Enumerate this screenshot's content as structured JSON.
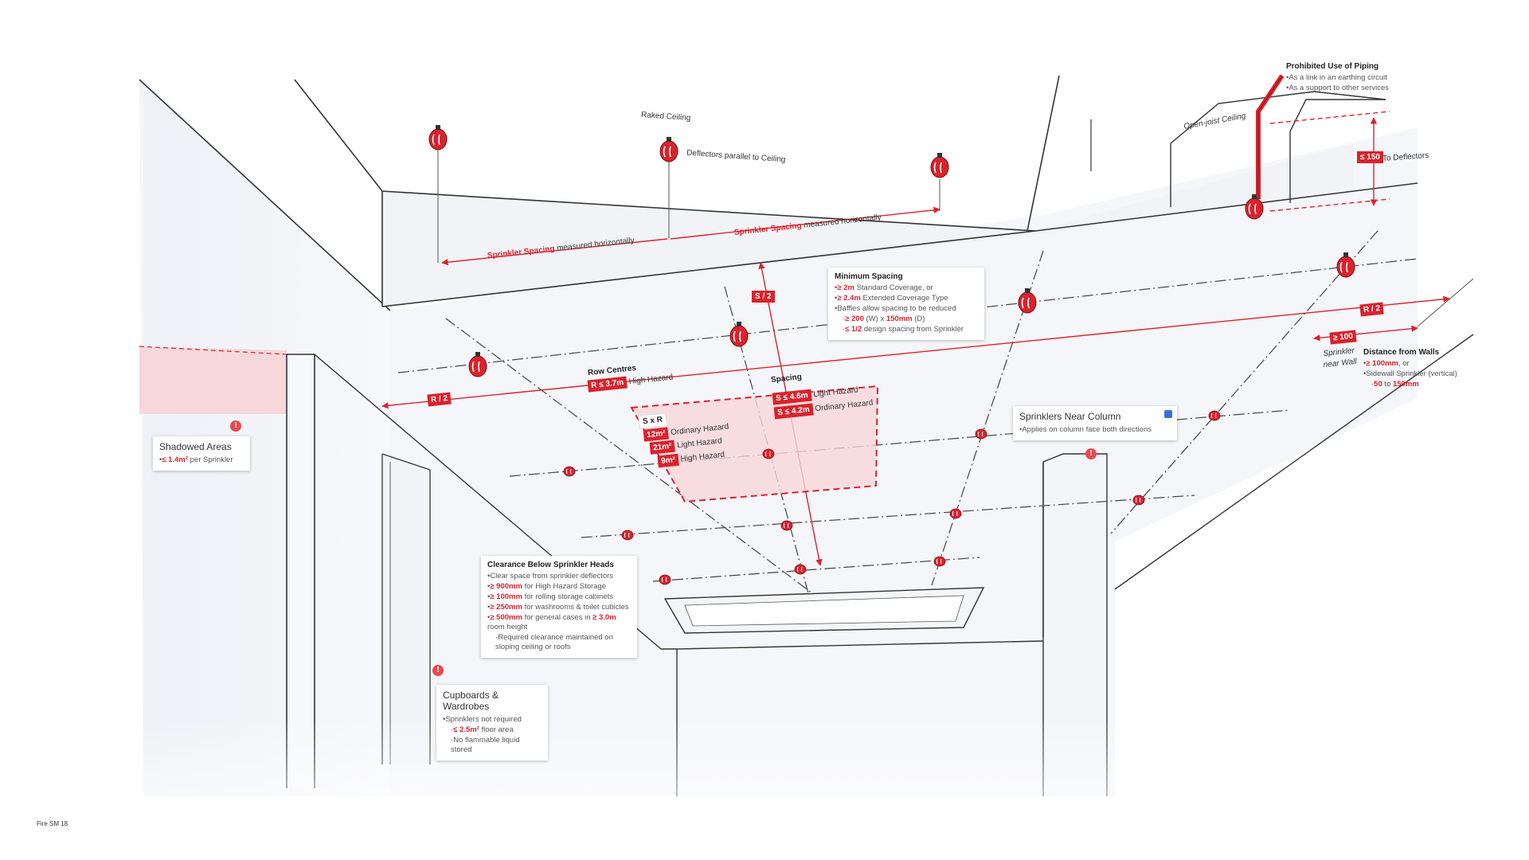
{
  "labels": {
    "raked_ceiling": "Raked Ceiling",
    "deflectors_parallel": "Deflectors parallel to Ceiling",
    "open_joist": "Open-joist Ceiling",
    "spacing_measured_1": "measured horizontally",
    "spacing_measured_2": "measured horizontally",
    "sprinkler_spacing": "Sprinkler Spacing",
    "to_deflectors": "To Deflectors",
    "row_centres": "Row Centres",
    "high_hazard": "High Hazard",
    "spacing": "Spacing",
    "light_hazard": "Light Hazard",
    "ordinary_hazard": "Ordinary Hazard",
    "sprinkler_near_wall": "Sprinkler near Wall",
    "footer": "Fire SM 18"
  },
  "tags": {
    "le150": "≤ 150",
    "s2": "S / 2",
    "r2_left": "R / 2",
    "r2_right": "R / 2",
    "ge100": "≥ 100",
    "r_le_37": "R ≤ 3.7m",
    "s_le_46": "S ≤ 4.6m",
    "s_le_42": "S ≤ 4.2m",
    "sxr": "S x R",
    "a12": "12m²",
    "a21": "21m²",
    "a9": "9m²"
  },
  "cards": {
    "piping": {
      "title": "Prohibited Use of Piping",
      "items": [
        "As a link in an earthing circuit",
        "As a support to other services"
      ]
    },
    "min_spacing": {
      "title": "Minimum Spacing",
      "i1_val": "≥ 2m",
      "i1_txt": "Standard Coverage, or",
      "i2_val": "≥ 2.4m",
      "i2_txt": "Extended Coverage Type",
      "i3_txt": "Baffles allow spacing to be reduced",
      "s1_val1": "≥ 200",
      "s1_mid": "(W) x",
      "s1_val2": "150mm",
      "s1_end": "(D)",
      "s2_val": "≤ 1/2",
      "s2_txt": "design spacing from Sprinkler"
    },
    "walls": {
      "title": "Distance from Walls",
      "i1_val": "≥ 100mm",
      "i1_txt": ", or",
      "i2_txt": "Sidewall Sprinkler (vertical)",
      "s1_val1": "50",
      "s1_mid": "to",
      "s1_val2": "150mm"
    },
    "shadowed": {
      "title": "Shadowed Areas",
      "i1_val": "≤ 1.4m²",
      "i1_txt": "per Sprinkler"
    },
    "column": {
      "title": "Sprinklers Near Column",
      "i1_txt": "Applies on column face both directions"
    },
    "clearance": {
      "title": "Clearance Below Sprinkler Heads",
      "i0_txt": "Clear space from sprinkler deflectors",
      "i1_val": "≥ 900mm",
      "i1_txt": "for High Hazard Storage",
      "i2_val": "≥ 100mm",
      "i2_txt": "for rolling storage cabinets",
      "i3_val": "≥ 250mm",
      "i3_txt": "for washrooms & toilet cubicles",
      "i4_val1": "≥ 500mm",
      "i4_mid": "for general cases in",
      "i4_val2": "≥ 3.0m",
      "i4_end": "room height",
      "s1_txt": "Required clearance maintained on sloping ceiling or roofs"
    },
    "cupboards": {
      "title": "Cupboards & Wardrobes",
      "i1_txt": "Sprinklers not required",
      "s1_val": "≤ 2.5m²",
      "s1_txt": "floor area",
      "s2_txt": "No flammable liquid stored"
    }
  },
  "colors": {
    "accent": "#d9232d",
    "line": "#333333",
    "shade": "#f3d3d6"
  },
  "icons": {
    "warning": "warning-icon",
    "sprinkler": "sprinkler-head-icon",
    "image": "image-icon"
  }
}
